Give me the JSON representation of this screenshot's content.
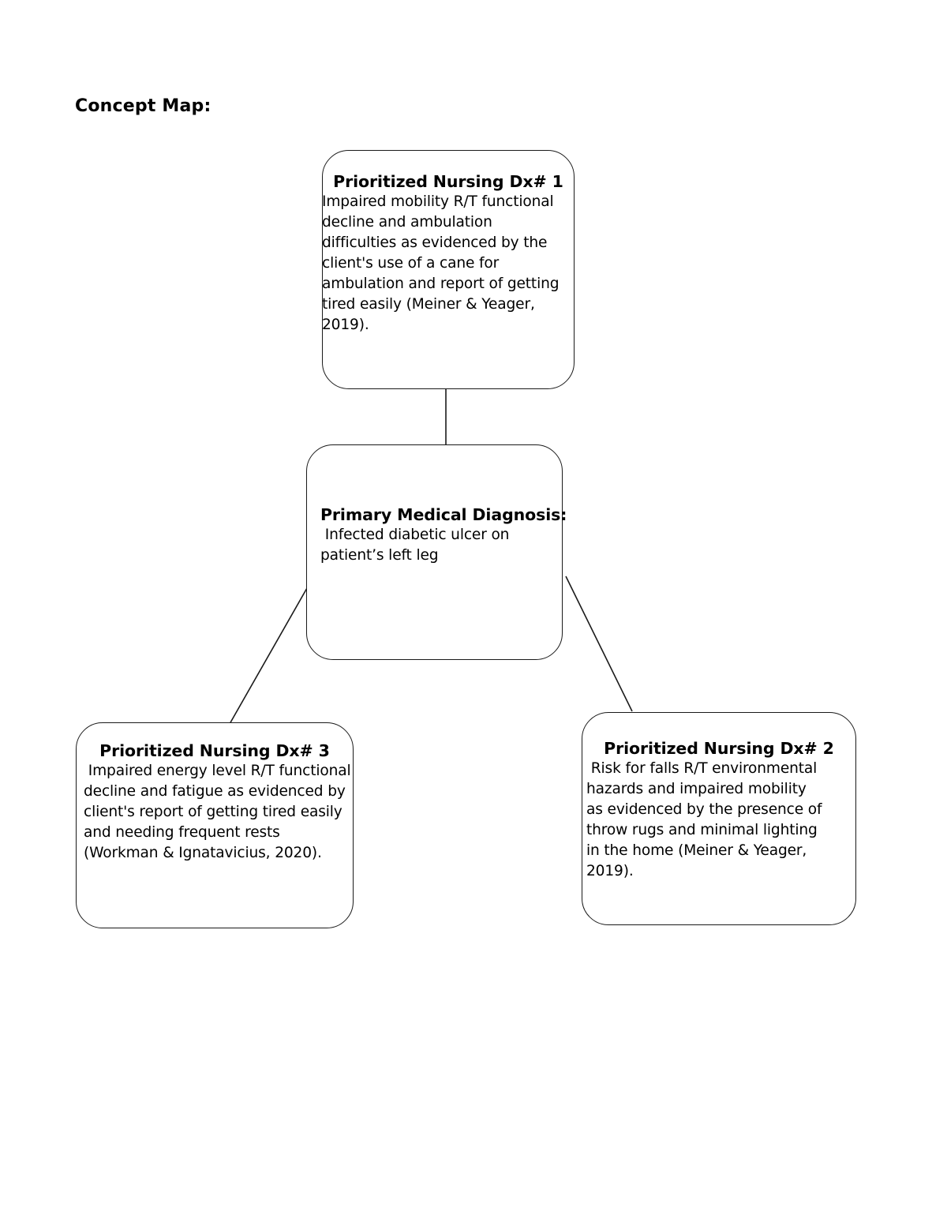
{
  "document": {
    "title": "Concept Map:"
  },
  "diagram": {
    "type": "concept-map",
    "nodes": [
      {
        "id": "dx1",
        "heading": "Prioritized Nursing Dx# 1",
        "body": "Impaired mobility R/T functional decline and ambulation difficulties as evidenced by the client's use of a cane for ambulation and report of getting tired easily (Meiner & Yeager, 2019)."
      },
      {
        "id": "primary",
        "heading": "Primary Medical Diagnosis:",
        "body": " Infected diabetic ulcer on patient’s left leg"
      },
      {
        "id": "dx3",
        "heading": "Prioritized Nursing Dx# 3",
        "body": " Impaired energy level R/T functional decline and fatigue as evidenced by client's report of getting tired easily and needing frequent rests (Workman & Ignatavicius, 2020)."
      },
      {
        "id": "dx2",
        "heading": "Prioritized Nursing Dx# 2",
        "body": " Risk for falls R/T environmental hazards and impaired mobility as evidenced by the presence of throw rugs and minimal lighting in the home (Meiner & Yeager, 2019)."
      }
    ],
    "edges": [
      {
        "from": "dx1",
        "to": "primary",
        "style": "vertical-line"
      },
      {
        "from": "primary",
        "to": "dx3",
        "style": "diagonal-line"
      },
      {
        "from": "primary",
        "to": "dx2",
        "style": "diagonal-line"
      }
    ],
    "colors": {
      "stroke": "#1a1a1a",
      "fill": "#ffffff",
      "text": "#000000"
    }
  }
}
